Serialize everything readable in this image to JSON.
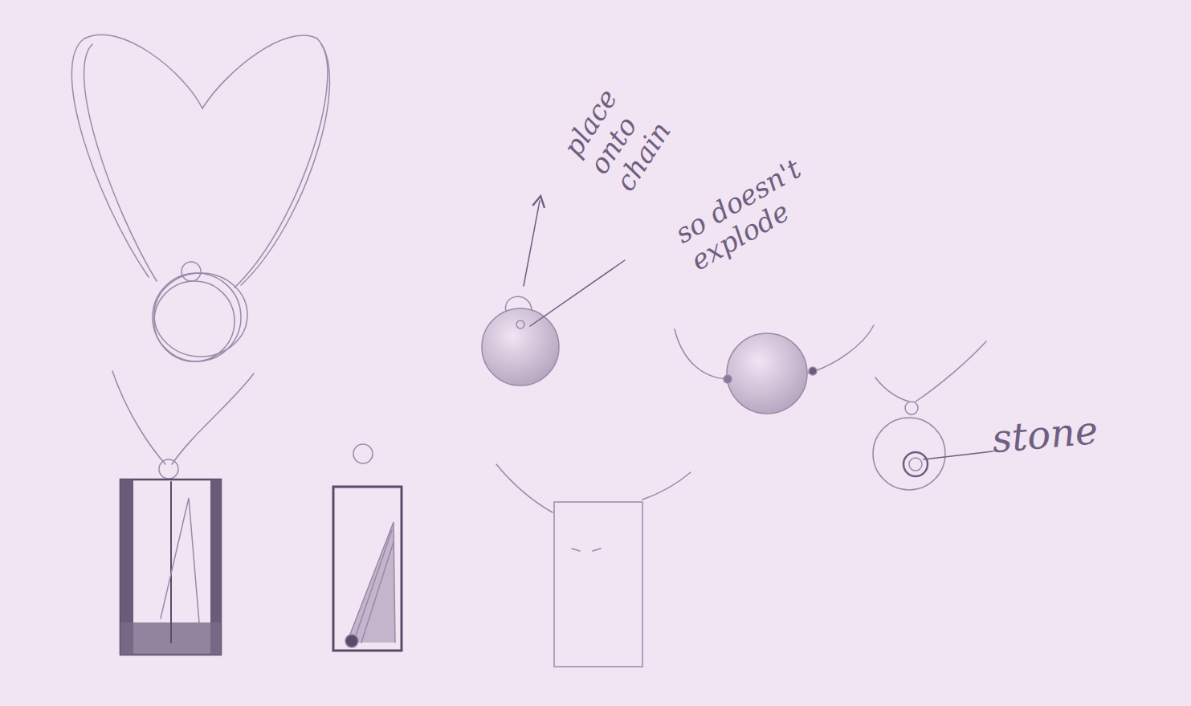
{
  "diagram": {
    "labels": [
      "place onto chain",
      "so doesn't explode",
      "stone"
    ]
  }
}
